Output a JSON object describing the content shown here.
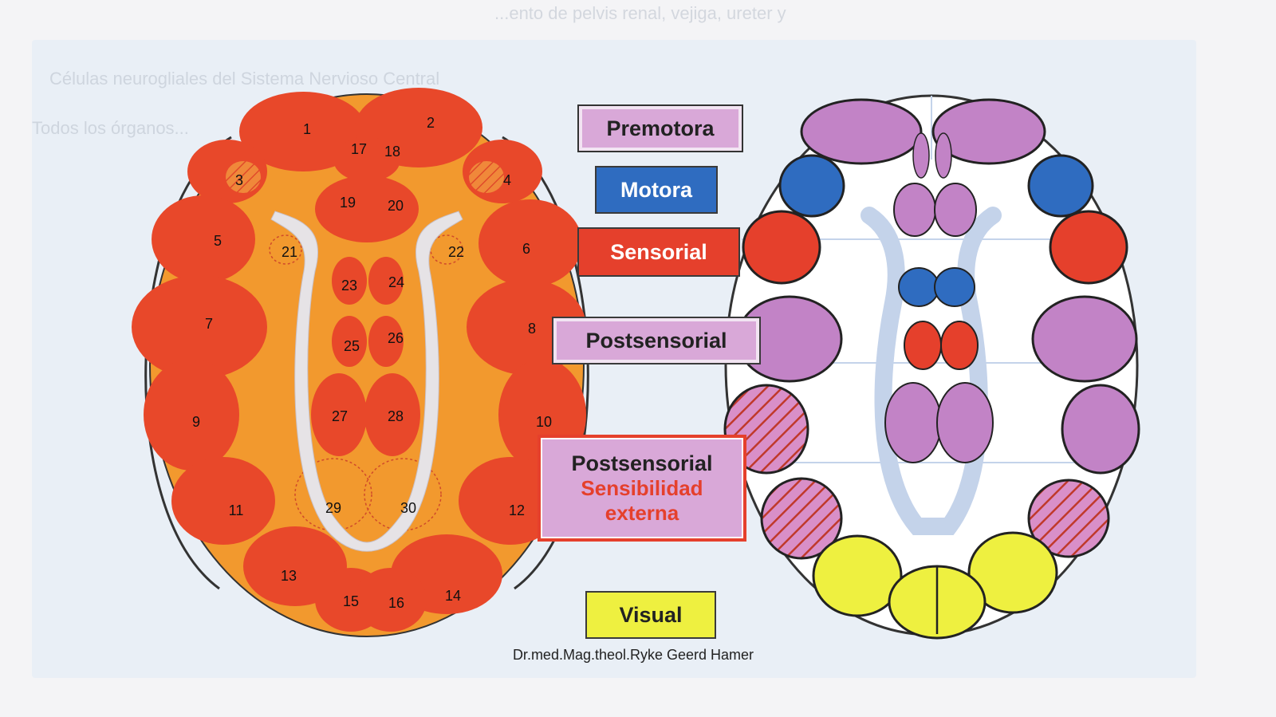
{
  "background_text": [
    "...ento de pelvis renal, vejiga, ureter y",
    "Células neurogliales del Sistema Nervioso Central",
    "Todos los órganos..."
  ],
  "left_diagram": {
    "numbers": [
      "1",
      "2",
      "3",
      "4",
      "5",
      "6",
      "7",
      "8",
      "9",
      "10",
      "11",
      "12",
      "13",
      "14",
      "15",
      "16",
      "17",
      "18",
      "19",
      "20",
      "21",
      "22",
      "23",
      "24",
      "25",
      "26",
      "27",
      "28",
      "29",
      "30"
    ]
  },
  "legend": {
    "premotora": "Premotora",
    "motora": "Motora",
    "sensorial": "Sensorial",
    "postsensorial": "Postsensorial",
    "postsensorial_2": "Postsensorial",
    "sensibilidad": "Sensibilidad",
    "externa": "externa",
    "visual": "Visual"
  },
  "credit": "Dr.med.Mag.theol.Ryke Geerd Hamer",
  "colors": {
    "premotora": "#c283c6",
    "motora": "#2f6cc0",
    "sensorial": "#e5402c",
    "postsensorial": "#c283c6",
    "visual": "#eef040",
    "brain_orange": "#f2992e",
    "brain_red": "#e8482a"
  }
}
